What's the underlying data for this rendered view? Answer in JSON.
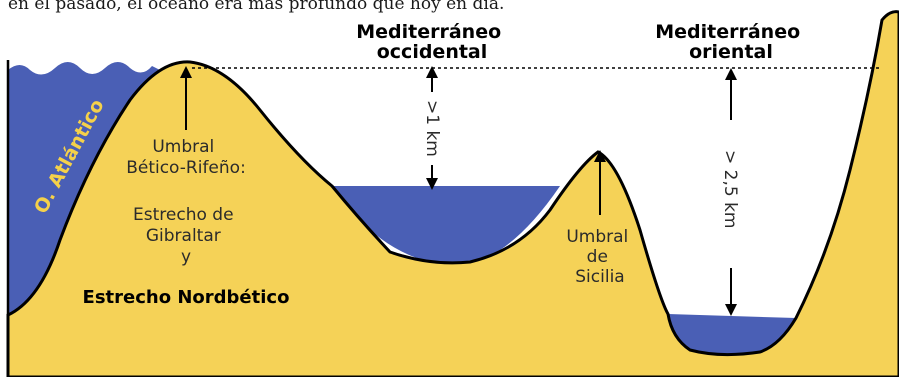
{
  "top_text": "en el pasado, el océano era más profundo que hoy en día.",
  "labels": {
    "med_occidental": [
      "Mediterráneo",
      "occidental"
    ],
    "med_oriental": [
      "Mediterráneo",
      "oriental"
    ],
    "atlantico": "O. Atlántico",
    "umbral_betico": [
      "Umbral",
      "Bético-Rifeño:"
    ],
    "estrecho_gibraltar": [
      "Estrecho de",
      "Gibraltar",
      "y"
    ],
    "estrecho_nordbetico": "Estrecho Nordbético",
    "umbral_sicilia": [
      "Umbral",
      "de",
      "Sicilia"
    ],
    "depth_1km": ">1 km",
    "depth_2_5km": "> 2,5 km"
  },
  "colors": {
    "land": "#f5d257",
    "water": "#4a5fb5",
    "outline": "#000000"
  }
}
